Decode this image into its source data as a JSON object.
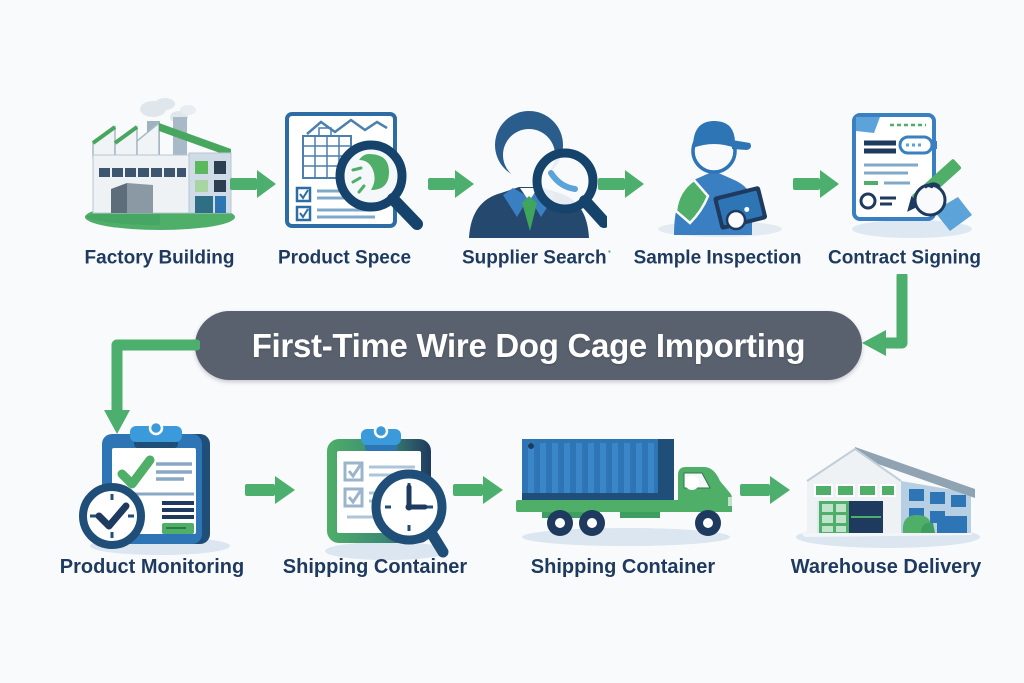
{
  "title": "First-Time Wire Dog Cage Importing",
  "colors": {
    "background": "#f9fafc",
    "arrow_green": "#4caf6d",
    "banner_gray": "#59616e",
    "label_navy": "#1e3a5f",
    "icon_dark_blue": "#1f4e79",
    "icon_mid_blue": "#2e75b6",
    "icon_light_blue": "#b7cfe3",
    "icon_green": "#4fae68"
  },
  "top_row": {
    "steps": [
      {
        "label": "Factory Building",
        "icon": "factory-building-icon",
        "mark": ""
      },
      {
        "label": "Product Spece",
        "icon": "product-spec-icon",
        "mark": ""
      },
      {
        "label": "Supplier Search",
        "icon": "supplier-search-icon",
        "mark": "·"
      },
      {
        "label": "Sample Inspection",
        "icon": "sample-inspection-icon",
        "mark": ""
      },
      {
        "label": "Contract Signing",
        "icon": "contract-signing-icon",
        "mark": ""
      }
    ]
  },
  "bottom_row": {
    "steps": [
      {
        "label": "Product Monitoring",
        "icon": "product-monitoring-icon"
      },
      {
        "label": "Shipping Container",
        "icon": "shipping-checklist-icon"
      },
      {
        "label": "Shipping Container",
        "icon": "container-truck-icon"
      },
      {
        "label": "Warehouse Delivery",
        "icon": "warehouse-icon"
      }
    ]
  }
}
